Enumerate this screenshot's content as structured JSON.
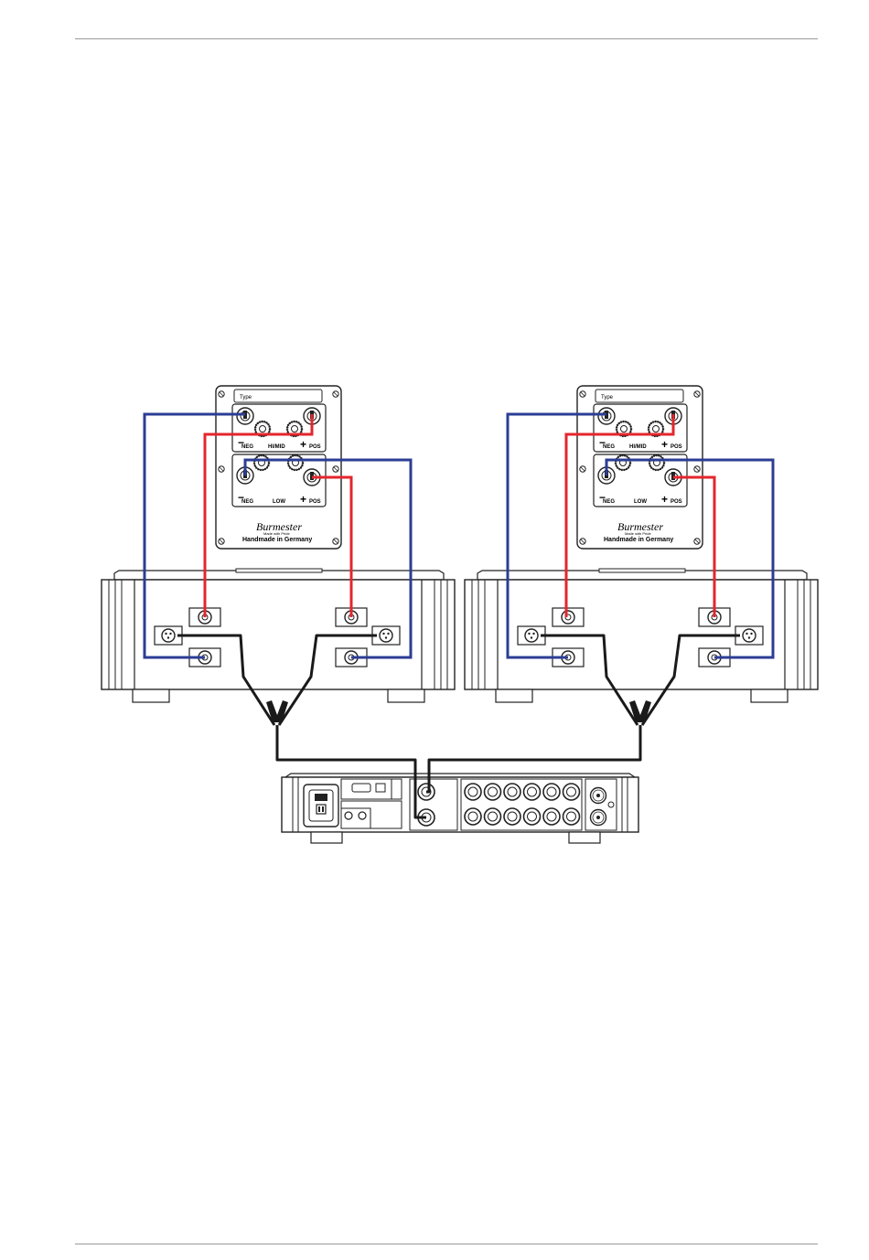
{
  "colors": {
    "positive_wire": "#e3262d",
    "negative_wire": "#2b3d94",
    "signal_cable": "#1a1a1a",
    "device_outline": "#333333"
  },
  "speakers": [
    {
      "plate_label": "Type",
      "upper": {
        "neg": "NEG",
        "name": "HI/MID",
        "pos": "POS"
      },
      "lower": {
        "neg": "NEG",
        "name": "LOW",
        "pos": "POS"
      },
      "brand": "Burmester",
      "brand_line": "Made with Pride",
      "footer": "Handmade in Germany"
    },
    {
      "plate_label": "Type",
      "upper": {
        "neg": "NEG",
        "name": "HI/MID",
        "pos": "POS"
      },
      "lower": {
        "neg": "NEG",
        "name": "LOW",
        "pos": "POS"
      },
      "brand": "Burmester",
      "brand_line": "Made with Pride",
      "footer": "Handmade in Germany"
    }
  ],
  "icons": {
    "speaker_terminal": "binding-post-icon",
    "xlr_input": "xlr-socket-icon",
    "power_inlet": "iec-power-inlet-icon",
    "rca_jack": "rca-jack-icon"
  }
}
